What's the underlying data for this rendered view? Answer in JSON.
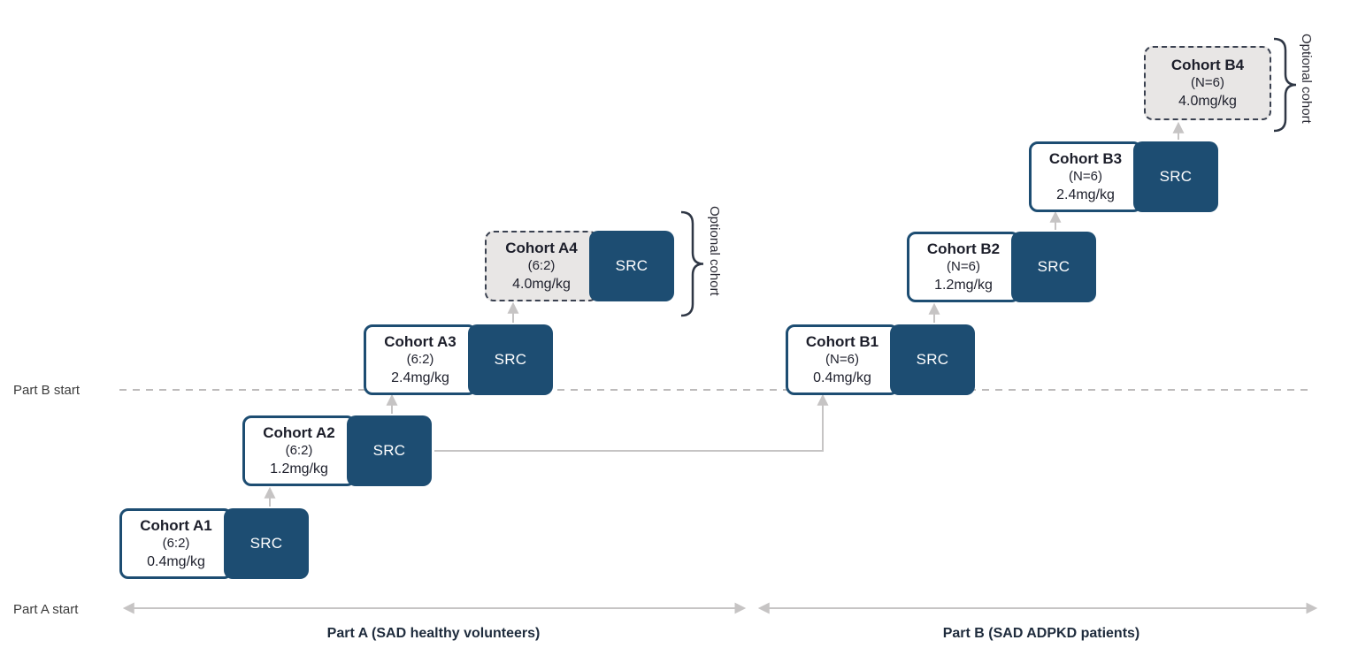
{
  "colors": {
    "dark_blue": "#1d4d72",
    "arrow_gray": "#c6c4c4",
    "dashed_line_gray": "#bdbbbb",
    "optional_bg": "#e8e6e5"
  },
  "src_label": "SRC",
  "optional_label": "Optional cohort",
  "side_labels": {
    "part_b_start": "Part B start",
    "part_a_start": "Part A start"
  },
  "axis": {
    "part_a_label": "Part A (SAD healthy volunteers)",
    "part_b_label": "Part B (SAD ADPKD patients)"
  },
  "cohorts": [
    {
      "title": "Cohort A1",
      "size": "(6:2)",
      "dose": "0.4mg/kg"
    },
    {
      "title": "Cohort A2",
      "size": "(6:2)",
      "dose": "1.2mg/kg"
    },
    {
      "title": "Cohort A3",
      "size": "(6:2)",
      "dose": "2.4mg/kg"
    },
    {
      "title": "Cohort A4",
      "size": "(6:2)",
      "dose": "4.0mg/kg"
    },
    {
      "title": "Cohort B1",
      "size": "(N=6)",
      "dose": "0.4mg/kg"
    },
    {
      "title": "Cohort B2",
      "size": "(N=6)",
      "dose": "1.2mg/kg"
    },
    {
      "title": "Cohort B3",
      "size": "(N=6)",
      "dose": "2.4mg/kg"
    },
    {
      "title": "Cohort B4",
      "size": "(N=6)",
      "dose": "4.0mg/kg"
    }
  ]
}
